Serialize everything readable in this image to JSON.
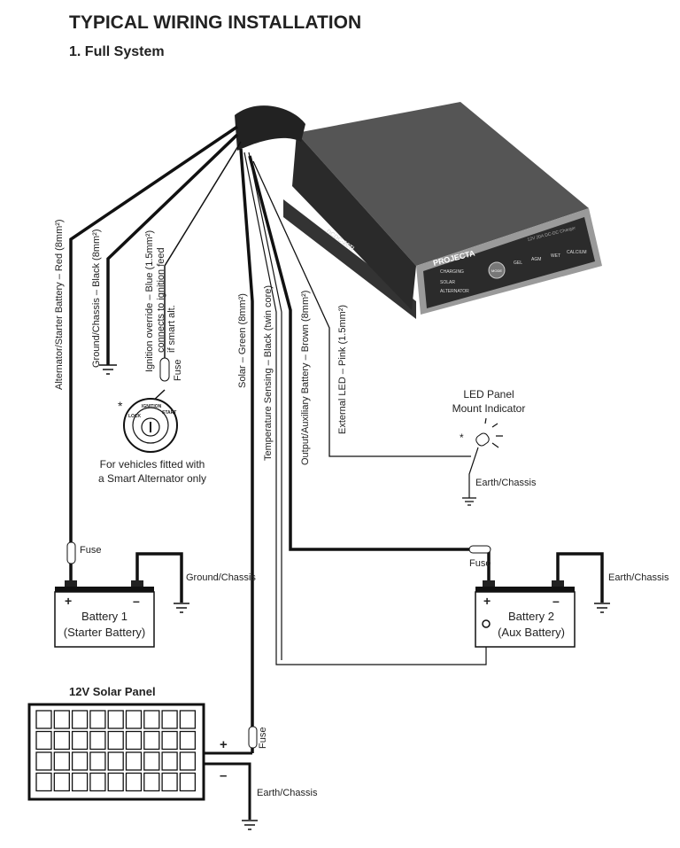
{
  "title": "TYPICAL WIRING INSTALLATION",
  "subtitle": "1. Full System",
  "device": {
    "brand": "PROJECTA",
    "model": "12V 20A DC-DC Charger",
    "side_label": "DCDC-20TI",
    "indicators": [
      "CHARGING",
      "SOLAR",
      "ALTERNATOR"
    ],
    "mode_button": "MODE",
    "battery_types": [
      "GEL",
      "AGM",
      "WET",
      "CALCIUM"
    ]
  },
  "wires": {
    "alternator": "Alternator/Starter Battery – Red (8mm²)",
    "ground": "Ground/Chassis – Black (8mm²)",
    "ignition": "Ignition override – Blue (1.5mm²)",
    "ignition_note_1": "connects to ignition feed",
    "ignition_note_2": "if smart alt.",
    "solar": "Solar – Green (8mm²)",
    "temp": "Temperature Sensing – Black (twin core)",
    "output": "Output/Auxiliary Battery – Brown (8mm²)",
    "led": "External LED – Pink (1.5mm²)"
  },
  "fuse": "Fuse",
  "asterisk": "*",
  "ignition_switch": {
    "positions": [
      "LOCK",
      "IGNITION",
      "START"
    ]
  },
  "smart_alt_note": [
    "For vehicles fitted with",
    "a Smart Alternator only"
  ],
  "led_panel": [
    "LED Panel",
    "Mount Indicator"
  ],
  "earth_chassis": "Earth/Chassis",
  "ground_chassis": "Ground/Chassis",
  "battery1": {
    "name": "Battery 1",
    "sub": "(Starter Battery)"
  },
  "battery2": {
    "name": "Battery 2",
    "sub": "(Aux Battery)"
  },
  "plus": "+",
  "minus": "–",
  "solar_panel": "12V Solar Panel"
}
